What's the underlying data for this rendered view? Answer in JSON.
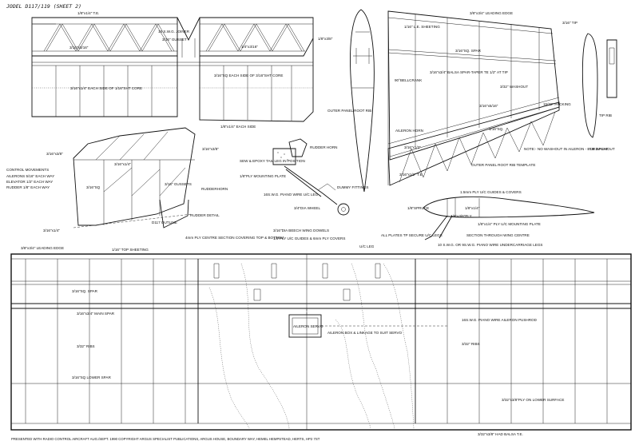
{
  "sheet_title": "JODEL D117/119 (SHEET 2)",
  "footer": "PRESENTED WITH  RADIO CONTROL AIRCRAFT AUG./SEPT. 1990     COPYRIGHT ARGUS SPECIALIST PUBLICATIONS, ARGUS HOUSE, BOUNDARY WAY, HEMEL HEMPSTEAD, HERTS, HP2 7ST",
  "stab": {
    "l_top": "1/8\"x1/4\" T.E.",
    "l_joiner": "16 S.W.G. JOINER",
    "l_gusset": "3/16\" GUSSET",
    "l_3x16": "3/16\"x3/16\"",
    "l_3x16b": "1/4\"x3/16\"",
    "l_r1": "1/8\"x3/8\"",
    "l_core": "3/16\"SQ EACH SIDE OF 3/16\"SHT CORE",
    "l_side": "3/16\"x1/4\" EACH SIDE OF 1/16\"SHT CORE",
    "l_each": "1/8\"x1/4\" EACH SIDE"
  },
  "rudder": {
    "l_a": "3/16\"x3/8\"",
    "l_b": "3/16\"x3/8\"",
    "l_c": "3/16\"x1/4\"",
    "l_d": "3/16\"SQ",
    "l_e": "3/16\" GUSSETS",
    "l_f": "RUDDERHORN",
    "l_g": "D117 OUTLINE",
    "l_h": "3/16\"x1/4\"",
    "l_detail": "RUDDER DETAIL"
  },
  "control_movements": [
    "CONTROL MOVEMENTS",
    "AILERONS 5/16\" EACH WAY",
    "ELEVATOR 1/2\" EACH WAY",
    "RUDDER   1/8\" EACH WAY"
  ],
  "horn": {
    "l_horn": "RUDDER HORN",
    "l_epoxy": "SEW & EPOXY TAIL LEG IN POSITION",
    "l_ply": "1/8\"PLY MOUNTING PLATE",
    "l_wire": "16S.W.G. PIANO WIRE U/C LEG",
    "l_dummy": "DUMMY FITTINGS",
    "l_wheel": "3/4\"DIA WHEEL"
  },
  "wingtip": {
    "l_le": "3/8\"x3/4\" LEADING EDGE",
    "l_sheet": "1/16\" L.E. SHEETING",
    "l_spar": "3/16\"SQ. SPAR",
    "l_bell": "90°BELLCRANK",
    "l_balsa": "3/16\"x3/4\" BALSA SPAR-TAPER TE 1/2\" AT TIP",
    "l_washout": "3/32\" WASHOUT",
    "l_5x16": "3/16\"x5/16\"",
    "l_sq": "1/16\"SQ.",
    "l_1x2": "3/16\"x1/2\"",
    "l_te": "3/16\"x1/2\" T.E.",
    "l_horn": "AILERON HORN",
    "l_outer": "OUTER PANEL ROOT RIB",
    "l_note": "NOTE:- NO WASHOUT IN AILERON - BUILD FLAT.",
    "l_template": "OUTER PANEL ROOT RIB TEMPLATE",
    "l_tip": "3/16\" TIP",
    "l_packing": "15/32\" PACKING",
    "l_tiprib": "TIP RIB",
    "l_tipwash": "TIP WASHOUT"
  },
  "section": {
    "l_ply": "1.5mm PLY U/C GUIDES & COVERS",
    "l_spruce": "1/8\"SPRUCE",
    "l_1x4": "1/8\"x1/4\"",
    "l_3x8": "1/8\"x3/8\"PLY",
    "l_mount": "1/8\"x1/4\" PLY U/C MOUNTING PLATE",
    "l_plates": "ALL PLATES TP SECURE U/C LEGS",
    "l_title": "SECTION THROUGH WING CENTRE",
    "l_legs": "10 S.W.G. OR 9S.W.G. PIANO WIRE UNDERCARRIAGE LEGS"
  },
  "wing": {
    "l_le": "3/8\"x3/4\" LEADING EDGE",
    "l_top": "1/16\" TOP SHEETING",
    "l_ply": "4mm PLY CENTRE SECTION COVERING TOP & BOTTOM",
    "l_dowels": "3/16\"DIA BEECH WING DOWELS",
    "l_guides": "1/8\"PLY U/C GUIDES & 6mm PLY COVERS",
    "l_uc": "U/C LEG",
    "l_spar": "3/16\"SQ. SPAR",
    "l_main": "3/16\"x3/4\" MAIN SPAR",
    "l_ribs": "3/32\" RIBS",
    "l_lower": "3/16\"SQ LOWER SPAR",
    "l_servo": "AILERON SERVO",
    "l_box": "AILERON BOX & LINKAGE TO SUIT SERVO",
    "l_wire": "16S.W.G. PIANO WIRE AILERON PUSHROD",
    "l_ribs2": "3/32\" RIBS",
    "l_surface": "3/32\"x3/8\"PLY ON LOWER SURFACE",
    "l_te": "3/32\"x3/8\" HAD BALSA T.E."
  }
}
